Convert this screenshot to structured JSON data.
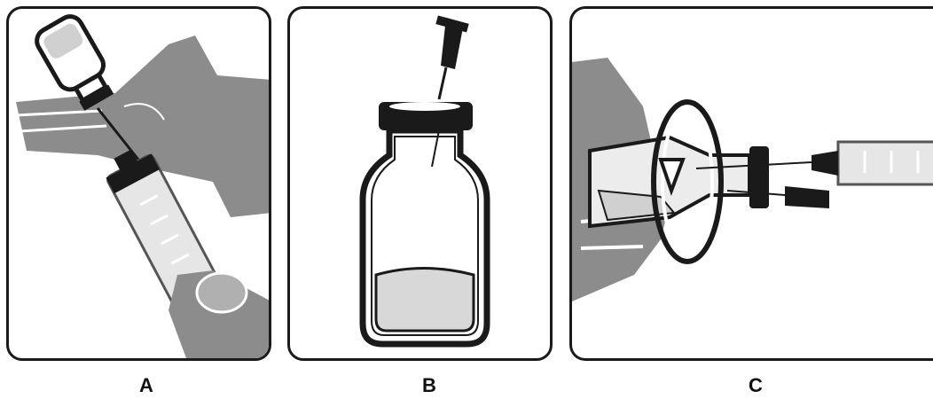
{
  "labels": {
    "a": "A",
    "b": "B",
    "c": "C"
  },
  "colors": {
    "hand": "#8c8c8c",
    "outline": "#1a1a1a",
    "powder": "#d8d8d8",
    "liquid": "#cfcfcf"
  }
}
